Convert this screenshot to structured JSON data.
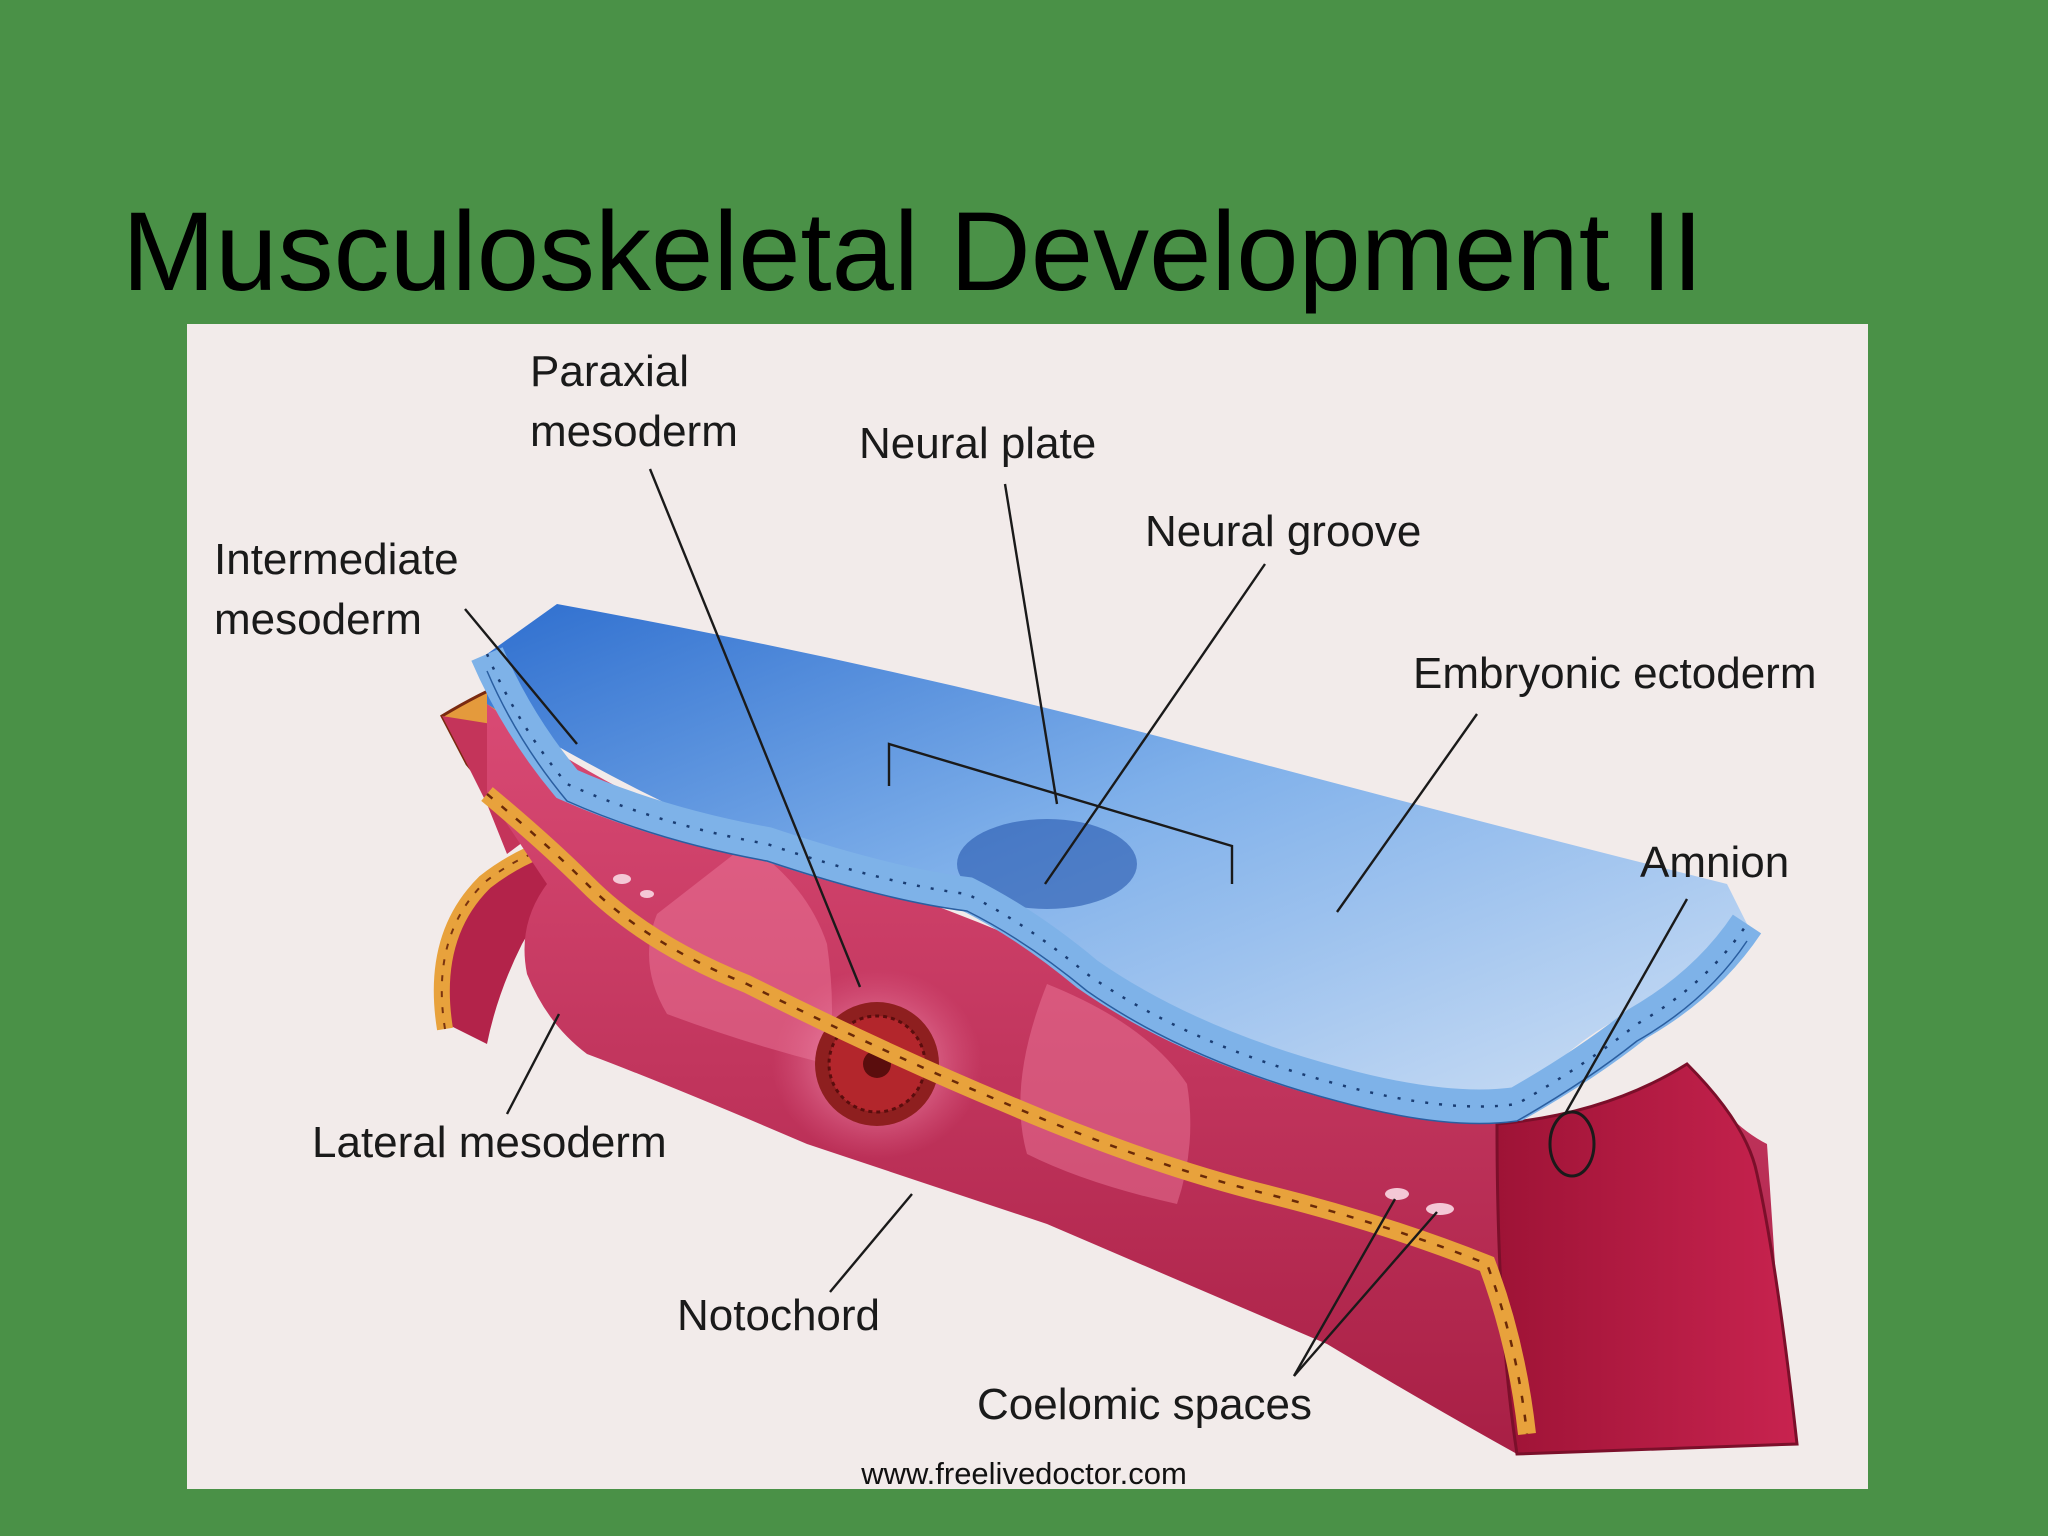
{
  "slide": {
    "title": "Musculoskeletal Development II",
    "watermark": "www.freelivedoctor.com"
  },
  "diagram": {
    "labels": {
      "paraxial_line1": "Paraxial",
      "paraxial_line2": "mesoderm",
      "neural_plate": "Neural plate",
      "neural_groove": "Neural groove",
      "intermediate_line1": "Intermediate",
      "intermediate_line2": "mesoderm",
      "embryonic_ectoderm": "Embryonic ectoderm",
      "amnion": "Amnion",
      "lateral_mesoderm": "Lateral mesoderm",
      "notochord": "Notochord",
      "coelomic_spaces": "Coelomic spaces"
    },
    "colors": {
      "background": "#4a9147",
      "panel": "#f2ebea",
      "ectoderm_blue": "#4f8fd8",
      "mesoderm_red": "#c8325a",
      "endoderm_orange": "#e8a23c",
      "notochord_red": "#8e1f1f"
    }
  }
}
